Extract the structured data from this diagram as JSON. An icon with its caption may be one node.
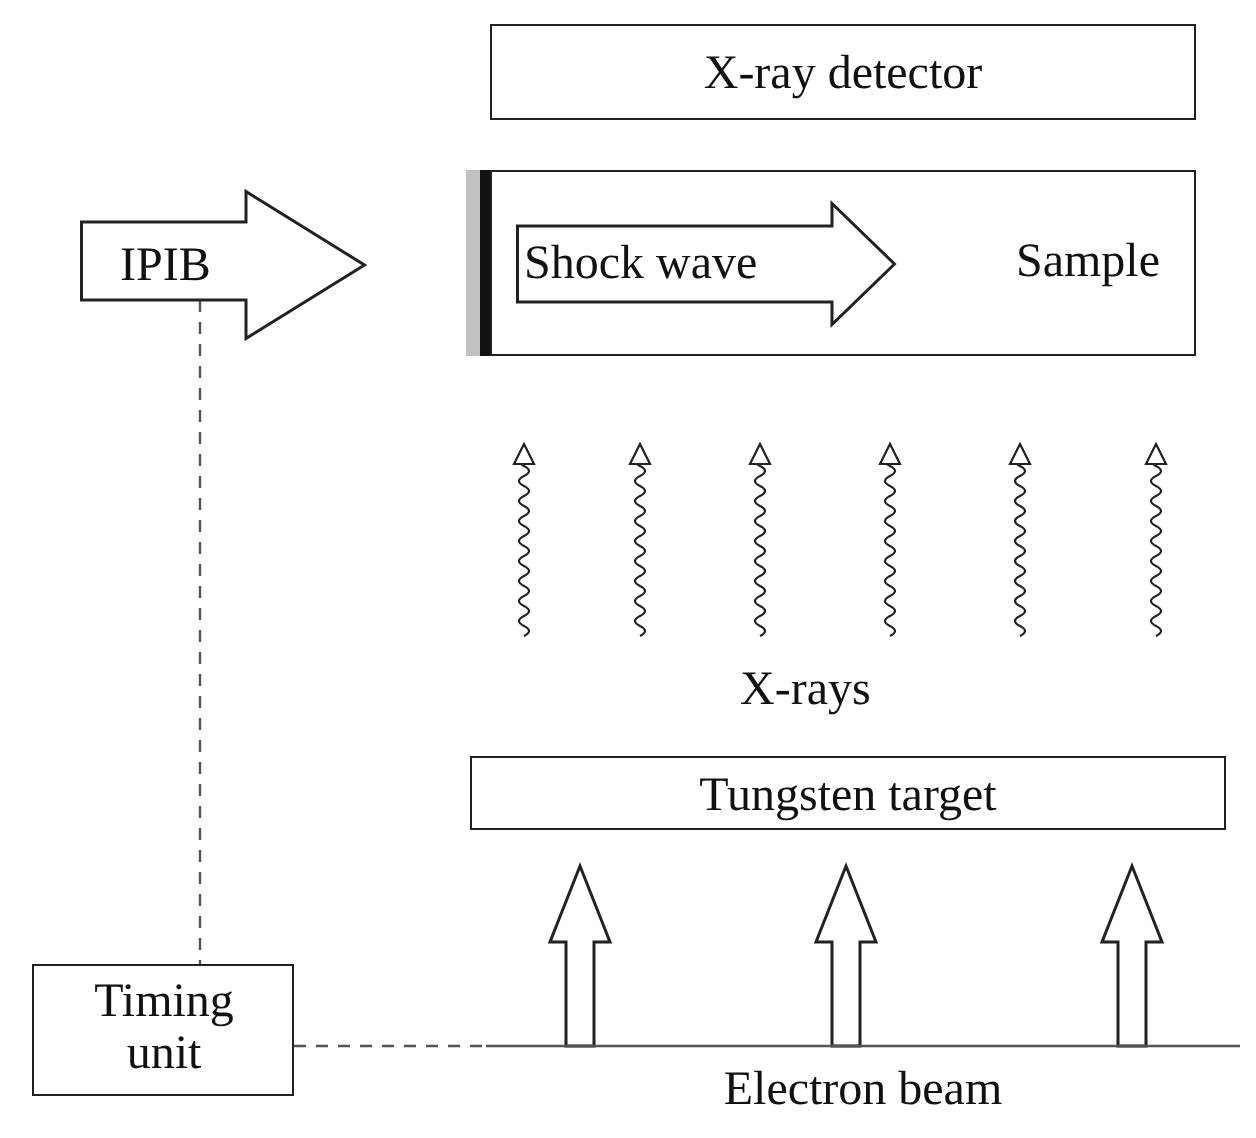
{
  "diagram": {
    "nodes": [
      {
        "text": [
          "X-ray detector"
        ]
      },
      {
        "text": [
          "IPIB"
        ]
      },
      {
        "text": [
          "Sample"
        ]
      },
      {
        "text": [
          "Shock wave"
        ],
        "in": 2
      },
      {
        "text": [
          "Tungsten target"
        ]
      },
      {
        "text": [
          "Timing unit"
        ]
      },
      {
        "text": [],
        "shape": "bar",
        "beside": [
          "Electron beam"
        ]
      }
    ],
    "edges": [
      {
        "from": 1,
        "to": 5,
        "arrow": "none",
        "style": "dashed"
      },
      {
        "from": 5,
        "to": 6,
        "arrow": "none",
        "style": "dashed"
      },
      {
        "from": 6,
        "to": 4,
        "arrow": "to",
        "style": "thick"
      },
      {
        "from": 6,
        "to": 4,
        "arrow": "to",
        "style": "thick"
      },
      {
        "from": 6,
        "to": 4,
        "arrow": "to",
        "style": "thick"
      }
    ],
    "labels": [
      "X-rays"
    ]
  }
}
